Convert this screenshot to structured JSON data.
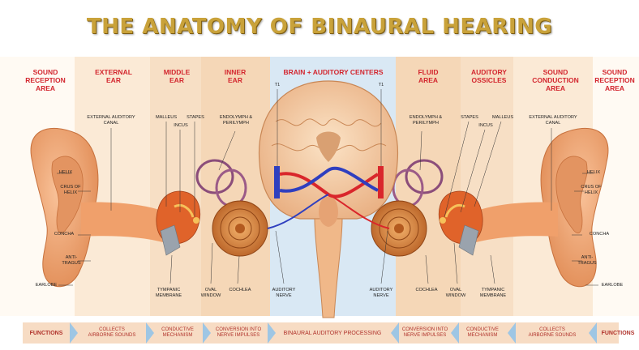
{
  "title": "THE ANATOMY OF BINAURAL HEARING",
  "headers": {
    "sound_reception_left": "SOUND\nRECEPTION\nAREA",
    "external_ear": "EXTERNAL\nEAR",
    "middle_ear": "MIDDLE\nEAR",
    "inner_ear": "INNER\nEAR",
    "brain": "BRAIN + AUDITORY CENTERS",
    "fluid_area": "FLUID\nAREA",
    "auditory_ossicles": "AUDITORY\nOSSICLES",
    "sound_conduction": "SOUND\nCONDUCTION\nAREA",
    "sound_reception_right": "SOUND\nRECEPTION\nAREA"
  },
  "labels_left": {
    "external_canal": "EXTERNAL AUDITORY\nCANAL",
    "malleus": "MALLEUS",
    "incus": "INCUS",
    "stapes": "STAPES",
    "endolymph": "ENDOLYMPH &\nPERILYMPH",
    "t1": "T1",
    "helix": "HELIX",
    "crus": "CRUS OF\nHELIX",
    "concha": "CONCHA",
    "antitragus": "ANTI-\nTRAGUS",
    "earlobe": "EARLOBE",
    "tympanic": "TYMPANIC\nMEMBRANE",
    "oval": "OVAL\nWINDOW",
    "cochlea": "COCHLEA",
    "nerve": "AUDITORY\nNERVE"
  },
  "labels_right": {
    "t1": "T1",
    "endolymph": "ENDOLYMPH &\nPERILYMPH",
    "stapes": "STAPES",
    "incus": "INCUS",
    "malleus": "MALLEUS",
    "external_canal": "EXTERNAL AUDITORY\nCANAL",
    "helix": "HELIX",
    "crus": "CRUS OF\nHELIX",
    "concha": "CONCHA",
    "antitragus": "ANTI-\nTRAGUS",
    "earlobe": "EARLOBE",
    "nerve": "AUDITORY\nNERVE",
    "cochlea": "COCHLEA",
    "oval": "OVAL\nWINDOW",
    "tympanic": "TYMPANIC\nMEMBRANE"
  },
  "functions": {
    "label_left": "FUNCTIONS",
    "collects_left": "COLLECTS\nAIRBORNE SOUNDS",
    "conductive_left": "CONDUCTIVE\nMECHANISM",
    "conversion_left": "CONVERSION INTO\nNERVE IMPULSES",
    "binaural": "BINAURAL AUDITORY PROCESSING",
    "conversion_right": "CONVERSION INTO\nNERVE IMPULSES",
    "conductive_right": "CONDUCTIVE\nMECHANISM",
    "collects_right": "COLLECTS\nAIRBORNE SOUNDS",
    "label_right": "FUNCTIONS"
  },
  "colors": {
    "title_gold": "#c9a23a",
    "header_red": "#d3262e",
    "band_peach": "#f7e3cc",
    "band_light": "#fdf3e6",
    "band_blue": "#d6e8f6",
    "skin": "#f2a874",
    "cochlea": "#d9853b",
    "function_bar": "#f6d9bf"
  }
}
